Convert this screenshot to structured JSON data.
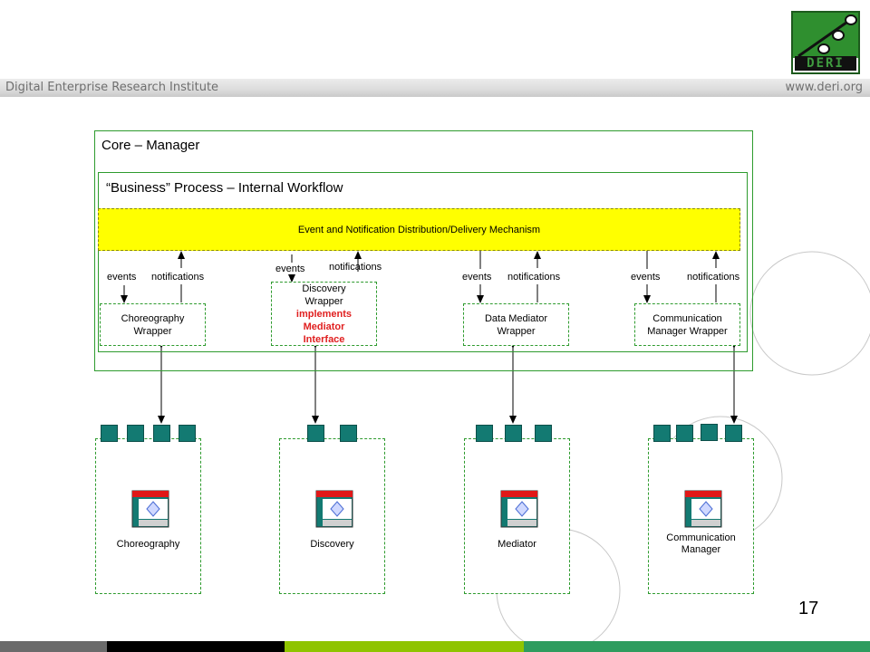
{
  "header": {
    "institute": "Digital Enterprise Research Institute",
    "url": "www.deri.org",
    "logo_text": "DERI"
  },
  "diagram": {
    "core_title": "Core – Manager",
    "process_title": "“Business” Process – Internal Workflow",
    "bus_label": "Event and Notification Distribution/Delivery Mechanism",
    "events_label": "events",
    "notifications_label": "notifications",
    "wrappers": {
      "choreography": [
        "Choreography",
        "Wrapper"
      ],
      "discovery": [
        "Discovery",
        "Wrapper"
      ],
      "discovery_note": [
        "implements",
        "Mediator",
        "Interface"
      ],
      "mediator": [
        "Data Mediator",
        "Wrapper"
      ],
      "communication": [
        "Communication",
        "Manager Wrapper"
      ]
    },
    "components": {
      "choreography": "Choreography",
      "discovery": "Discovery",
      "mediator": "Mediator",
      "communication": [
        "Communication",
        "Manager"
      ]
    }
  },
  "colors": {
    "border_green": "#2e9b2e",
    "bus_yellow": "#ffff00",
    "port_teal": "#137a72",
    "emphasis_red": "#e02020"
  },
  "footer": {
    "page_number": "17"
  }
}
